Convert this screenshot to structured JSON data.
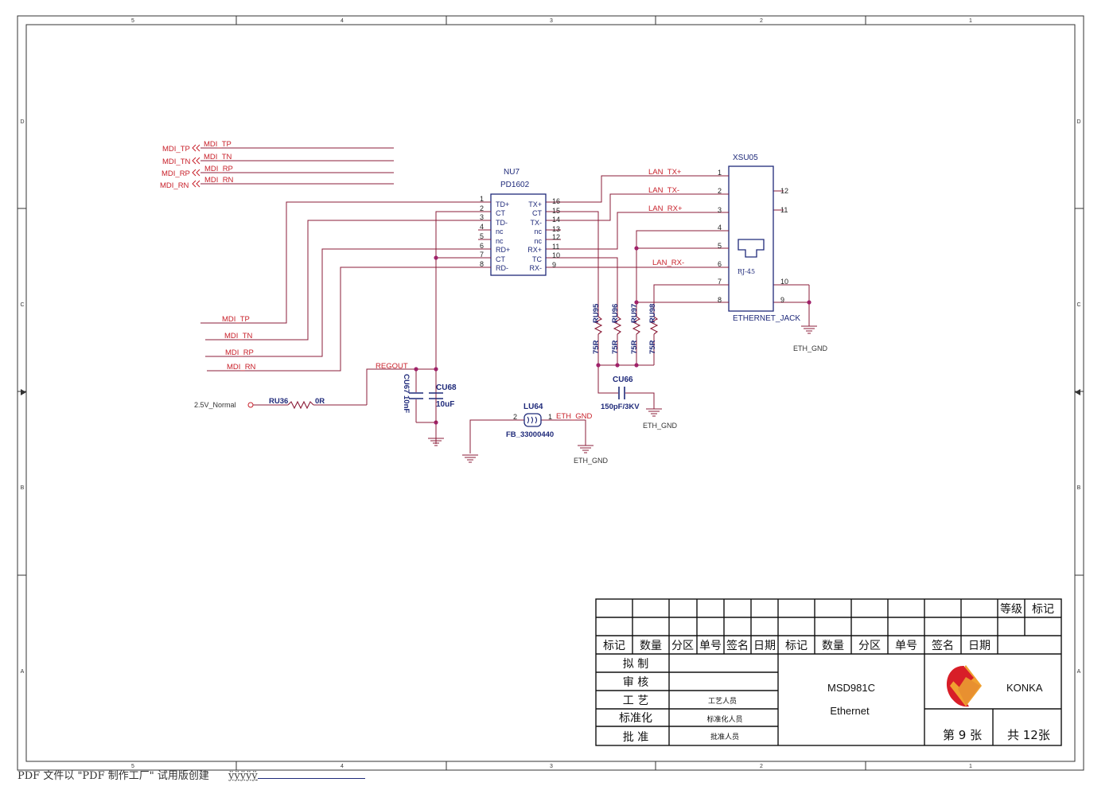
{
  "frame": {
    "col_labels": [
      "5",
      "4",
      "3",
      "2",
      "1"
    ],
    "row_labels": [
      "D",
      "C",
      "B",
      "A"
    ]
  },
  "nets": {
    "mdi_tp": "MDI_TP",
    "mdi_tn": "MDI_TN",
    "mdi_rp": "MDI_RP",
    "mdi_rn": "MDI_RN",
    "lan_tx_p": "LAN_TX+",
    "lan_tx_n": "LAN_TX-",
    "lan_rx_p": "LAN_RX+",
    "lan_rx_n": "LAN_RX-",
    "regout": "REGOUT",
    "eth_gnd": "ETH_GND",
    "supply": "2.5V_Normal"
  },
  "transformer": {
    "ref": "NU7",
    "part": "PD1602",
    "left_pins": [
      {
        "num": "1",
        "name": "TD+"
      },
      {
        "num": "2",
        "name": "CT"
      },
      {
        "num": "3",
        "name": "TD-"
      },
      {
        "num": "4",
        "name": "nc"
      },
      {
        "num": "5",
        "name": "nc"
      },
      {
        "num": "6",
        "name": "RD+"
      },
      {
        "num": "7",
        "name": "CT"
      },
      {
        "num": "8",
        "name": "RD-"
      }
    ],
    "right_pins": [
      {
        "num": "16",
        "name": "TX+"
      },
      {
        "num": "15",
        "name": "CT"
      },
      {
        "num": "14",
        "name": "TX-"
      },
      {
        "num": "13",
        "name": "nc"
      },
      {
        "num": "12",
        "name": "nc"
      },
      {
        "num": "11",
        "name": "RX+"
      },
      {
        "num": "10",
        "name": "TC"
      },
      {
        "num": "9",
        "name": "RX-"
      }
    ]
  },
  "jack": {
    "ref": "XSU05",
    "part": "ETHERNET_JACK",
    "inner": "RJ-45",
    "left_pins": [
      "1",
      "2",
      "3",
      "4",
      "5",
      "6",
      "7",
      "8"
    ],
    "right_pins": [
      "12",
      "11",
      "10",
      "9"
    ]
  },
  "resistors": [
    {
      "ref": "RU95",
      "value": "75R"
    },
    {
      "ref": "RU96",
      "value": "75R"
    },
    {
      "ref": "RU97",
      "value": "75R"
    },
    {
      "ref": "RU98",
      "value": "75R"
    }
  ],
  "ru36": {
    "ref": "RU36",
    "value": "0R"
  },
  "cu67": {
    "ref": "CU67",
    "value": "10nF"
  },
  "cu68": {
    "ref": "CU68",
    "value": "10uF"
  },
  "cu66": {
    "ref": "CU66",
    "value": "150pF/3KV"
  },
  "lu64": {
    "ref": "LU64",
    "value": "FB_33000440",
    "pin1": "1",
    "pin2": "2"
  },
  "title_block": {
    "grade": "等级",
    "mark": "标记",
    "hdr": [
      "标记",
      "数量",
      "分区",
      "单号",
      "签名",
      "日期",
      "标记",
      "数量",
      "分区",
      "单号",
      "签名",
      "日期"
    ],
    "rows": [
      "拟 制",
      "审 核",
      "工 艺",
      "标准化",
      "批 准"
    ],
    "roles": [
      "工艺人员",
      "标准化人员",
      "批准人员"
    ],
    "project": "MSD981C",
    "sheet_title": "Ethernet",
    "company": "KONKA",
    "sheet": "第 9 张",
    "total": "共 12张"
  },
  "footer": {
    "text": "PDF 文件以 \"PDF 制作工厂\" 试用版创建",
    "extra": "ÿÿÿÿÿ"
  }
}
